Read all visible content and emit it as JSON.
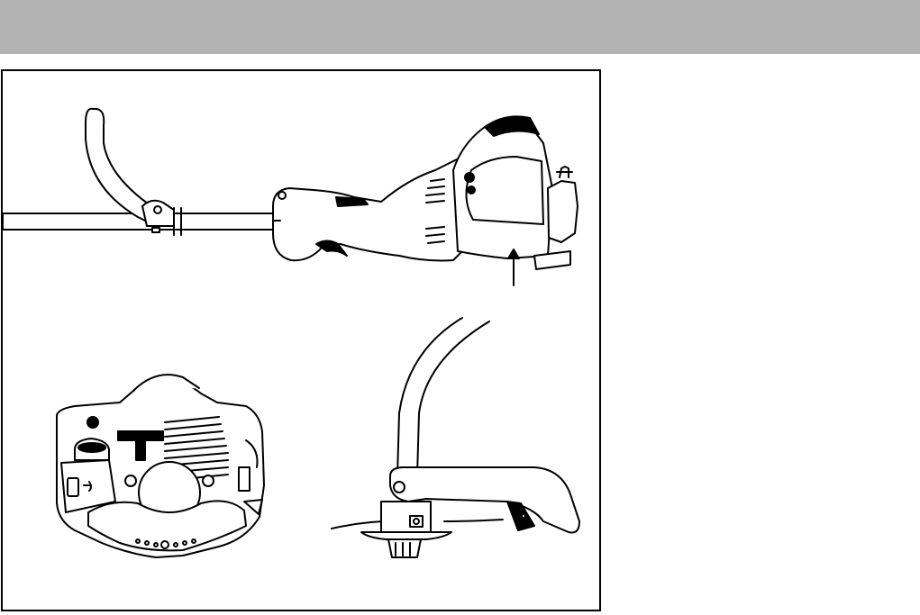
{
  "page": {
    "header_band_color": "#b3b3b3",
    "line_color": "#000000"
  },
  "figure": {
    "illustrations": [
      "trimmer-side-view",
      "engine-front-view",
      "cutting-head-guard-view"
    ],
    "callouts": [
      "arrow-to-engine-bottom"
    ]
  }
}
